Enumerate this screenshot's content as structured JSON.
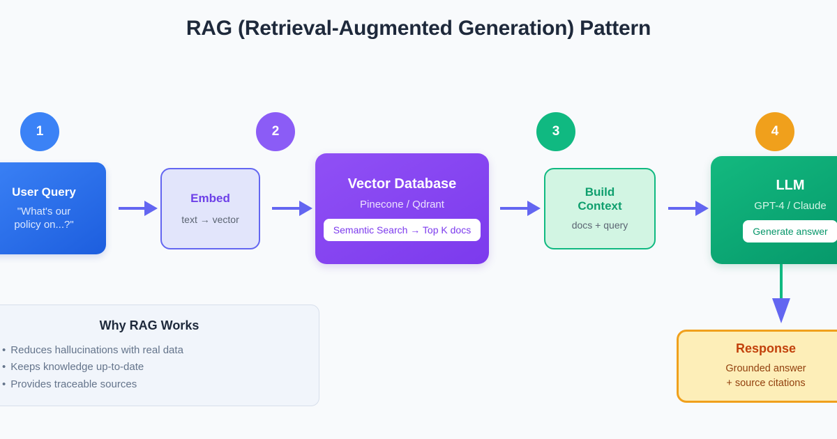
{
  "page": {
    "title": "RAG (Retrieval-Augmented Generation) Pattern",
    "background_color": "#f8fafc"
  },
  "badges": [
    {
      "label": "1",
      "color": "#3b82f6"
    },
    {
      "label": "2",
      "color": "#8b5cf6"
    },
    {
      "label": "3",
      "color": "#10b981"
    },
    {
      "label": "4",
      "color": "#f0a01c"
    }
  ],
  "flow": {
    "nodes": [
      {
        "id": "user-query",
        "title": "User Query",
        "subtitle": "\"What's our policy on...?\"",
        "subtitle_line1": "\"What's our",
        "subtitle_line2": "policy on...?\"",
        "color": "#3b82f6"
      },
      {
        "id": "embed",
        "title": "Embed",
        "subtitle": "text → vector",
        "color": "#6366f1"
      },
      {
        "id": "vector-database",
        "title": "Vector Database",
        "subtitle": "Pinecone / Qdrant",
        "pill": "Semantic Search → Top K docs",
        "color": "#7c3aed"
      },
      {
        "id": "build-context",
        "title_line1": "Build",
        "title_line2": "Context",
        "title": "Build Context",
        "subtitle": "docs + query",
        "color": "#10b981"
      },
      {
        "id": "llm",
        "title": "LLM",
        "subtitle": "GPT-4 / Claude",
        "pill": "Generate answer",
        "color": "#059669"
      },
      {
        "id": "response",
        "title": "Response",
        "subtitle_line1": "Grounded answer",
        "subtitle_line2": "+ source citations",
        "color": "#f0a01c"
      }
    ],
    "arrow_color": "#6366f1",
    "vertical_arrow_shaft_color": "#10b981"
  },
  "info_panel": {
    "title": "Why RAG Works",
    "bullet_glyph": "•",
    "items": [
      "Reduces hallucinations with real data",
      "Keeps knowledge up-to-date",
      "Provides traceable sources"
    ]
  }
}
